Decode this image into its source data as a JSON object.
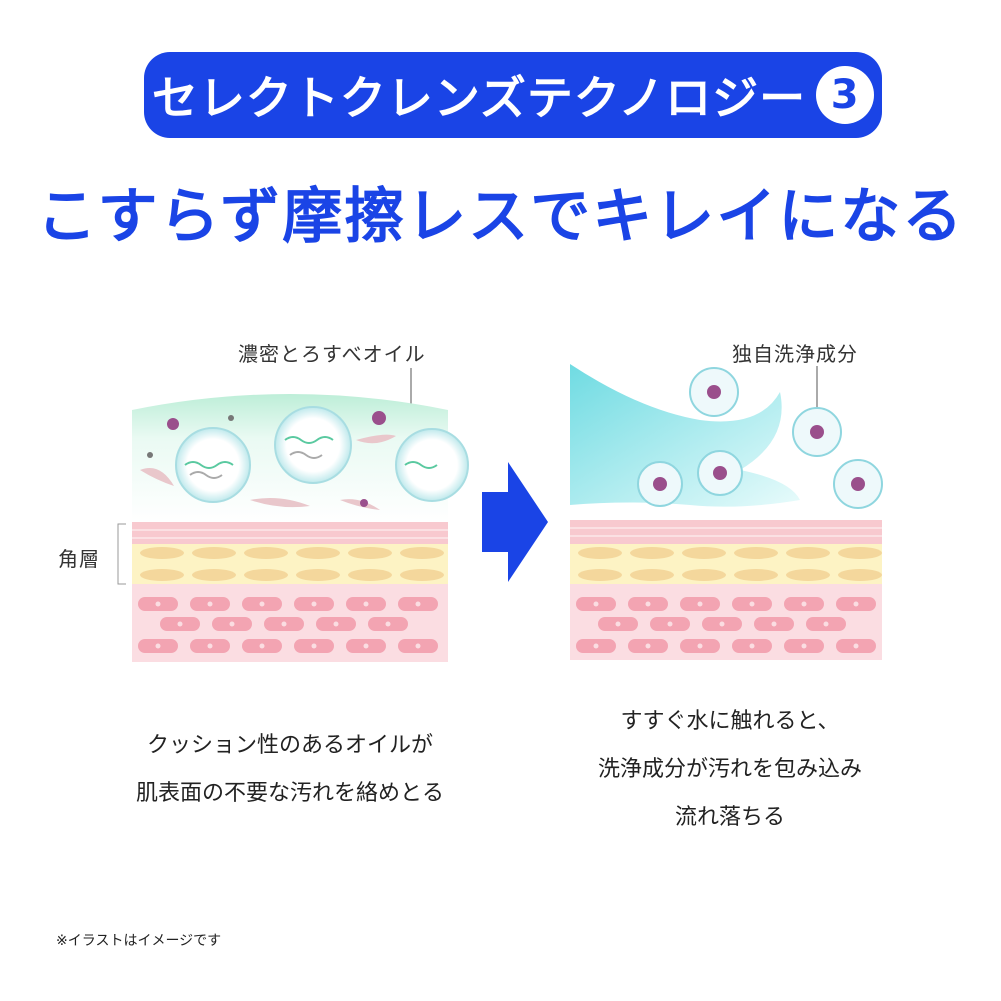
{
  "banner": {
    "title": "セレクトクレンズテクノロジー",
    "number": "3"
  },
  "headline": "こすらず摩擦レスでキレイになる",
  "left_panel": {
    "oil_label": "濃密とろすべオイル",
    "layer_label": "角層",
    "caption_lines": [
      "クッション性のあるオイルが",
      "肌表面の不要な汚れを絡めとる"
    ]
  },
  "right_panel": {
    "ingredient_label": "独自洗浄成分",
    "caption_lines": [
      "すすぐ水に触れると、",
      "洗浄成分が汚れを包み込み",
      "流れ落ちる"
    ]
  },
  "arrow_icon": "right-arrow-icon",
  "footnote": "※イラストはイメージです",
  "colors": {
    "brand_blue": "#1a44e6",
    "oil_green": "#c8f0df",
    "water_cyan": "#8fe6ea",
    "stratum_pink": "#f8c9cf",
    "yellow_layer": "#fdf3c4",
    "cell_pink": "#f6b0bb",
    "dirt_purple": "#9a4f8c"
  }
}
